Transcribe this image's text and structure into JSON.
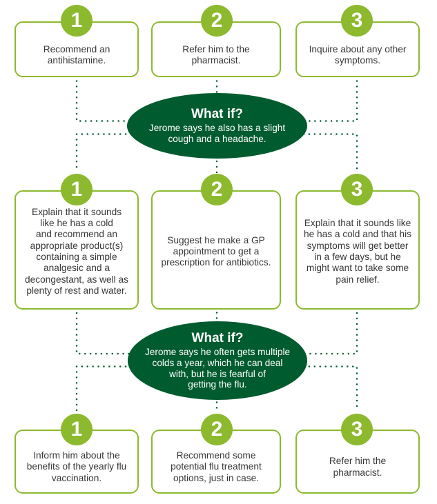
{
  "colors": {
    "light_green": "#8cb92e",
    "dark_green": "#005b2f",
    "text": "#373736",
    "background": "#ffffff"
  },
  "rows": [
    {
      "steps": [
        {
          "number": "1",
          "lines": [
            "Recommend an",
            "antihistamine."
          ]
        },
        {
          "number": "2",
          "lines": [
            "Refer him to the",
            "pharmacist."
          ]
        },
        {
          "number": "3",
          "lines": [
            "Inquire about any other",
            "symptoms."
          ]
        }
      ]
    },
    {
      "steps": [
        {
          "number": "1",
          "lines": [
            "Explain that it sounds",
            "like he has a cold",
            "and recommend an",
            "appropriate product(s)",
            "containing a simple",
            "analgesic and a",
            "decongestant, as well as",
            "plenty of rest and water."
          ]
        },
        {
          "number": "2",
          "lines": [
            "Suggest he make a GP",
            "appointment to get a",
            "prescription for antibiotics."
          ]
        },
        {
          "number": "3",
          "lines": [
            "Explain that it sounds like",
            "he has a cold and that his",
            "symptoms will get better",
            "in a few days, but he",
            "might want to take some",
            "pain relief."
          ]
        }
      ]
    },
    {
      "steps": [
        {
          "number": "1",
          "lines": [
            "Inform him about the",
            "benefits of the yearly flu",
            "vaccination."
          ]
        },
        {
          "number": "2",
          "lines": [
            "Recommend some",
            "potential flu treatment",
            "options, just in case."
          ]
        },
        {
          "number": "3",
          "lines": [
            "Refer him the",
            "pharmacist."
          ]
        }
      ]
    }
  ],
  "whatif": [
    {
      "title": "What if?",
      "lines": [
        "Jerome says he also has a slight",
        "cough and a headache."
      ]
    },
    {
      "title": "What if?",
      "lines": [
        "Jerome says he often gets multiple",
        "colds a year, which he can deal",
        "with, but he is fearful of",
        "getting the flu."
      ]
    }
  ]
}
